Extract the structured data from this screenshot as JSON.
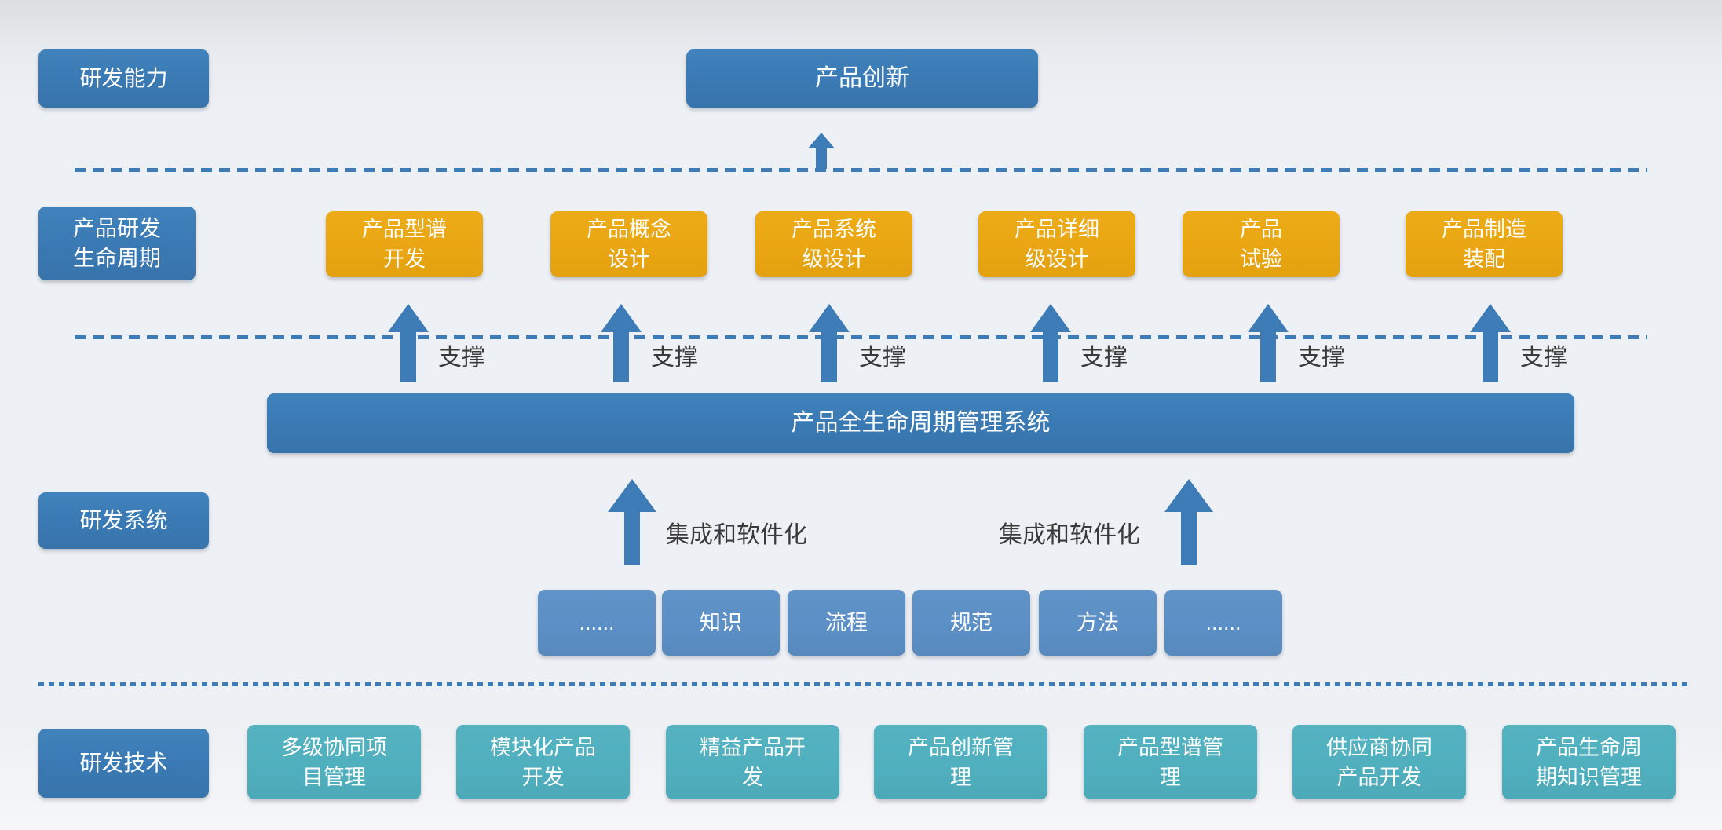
{
  "palette": {
    "dark_blue": "#3a79b3",
    "medium_blue": "#5b8fc5",
    "orange": "#e9a612",
    "teal": "#50afbe",
    "arrow_blue": "#3d7cb7",
    "dark_text": "#3a3a3a",
    "background": "#edf0f4"
  },
  "capability": {
    "label": "研发能力",
    "innovation_label": "产品创新"
  },
  "lifecycle": {
    "label": "产品研发\n生命周期",
    "support_label": "支撑",
    "stages": [
      {
        "label": "产品型谱\n开发"
      },
      {
        "label": "产品概念\n设计"
      },
      {
        "label": "产品系统\n级设计"
      },
      {
        "label": "产品详细\n级设计"
      },
      {
        "label": "产品\n试验"
      },
      {
        "label": "产品制造\n装配"
      }
    ]
  },
  "system": {
    "label": "研发系统",
    "plm_label": "产品全生命周期管理系统",
    "integration_label": "集成和软件化",
    "elements": [
      {
        "label": "......"
      },
      {
        "label": "知识"
      },
      {
        "label": "流程"
      },
      {
        "label": "规范"
      },
      {
        "label": "方法"
      },
      {
        "label": "......"
      }
    ]
  },
  "technology": {
    "label": "研发技术",
    "items": [
      {
        "label": "多级协同项\n目管理"
      },
      {
        "label": "模块化产品\n开发"
      },
      {
        "label": "精益产品开\n发"
      },
      {
        "label": "产品创新管\n理"
      },
      {
        "label": "产品型谱管\n理"
      },
      {
        "label": "供应商协同\n产品开发"
      },
      {
        "label": "产品生命周\n期知识管理"
      }
    ]
  }
}
